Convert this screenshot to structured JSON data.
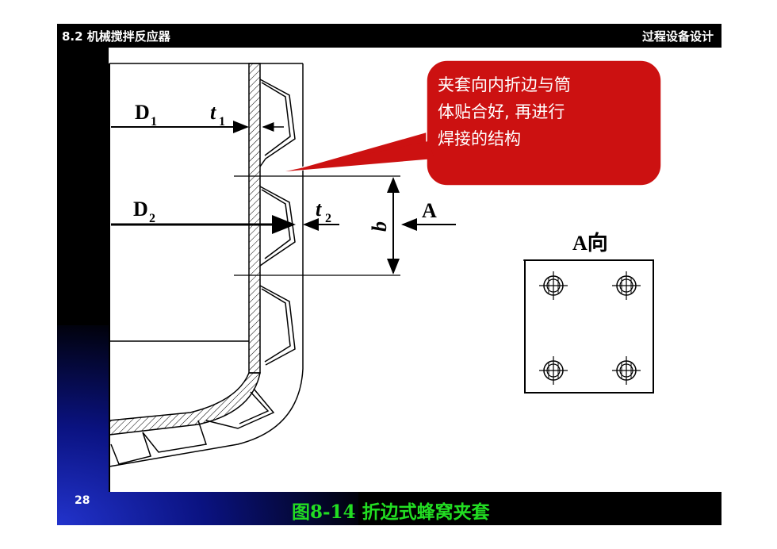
{
  "header": {
    "section": "8.2 机械搅拌反应器",
    "course": "过程设备设计"
  },
  "slide_number": "28",
  "caption": "图8-14  折边式蜂窝夹套",
  "callout": {
    "lines": [
      "夹套向内折边与筒",
      "体贴合好, 再进行",
      "焊接的结构"
    ]
  },
  "labels": {
    "d1_main": "D",
    "d1_sub": "1",
    "t1_main": "t",
    "t1_sub": "1",
    "d2_main": "D",
    "d2_sub": "2",
    "t2_main": "t",
    "t2_sub": "2",
    "b": "b",
    "a_arrow": "A",
    "a_view": "A向"
  },
  "colors": {
    "background": "#000000",
    "panel": "#ffffff",
    "callout": "#cc1111",
    "caption": "#22dd22",
    "glow": "#2233cc"
  }
}
